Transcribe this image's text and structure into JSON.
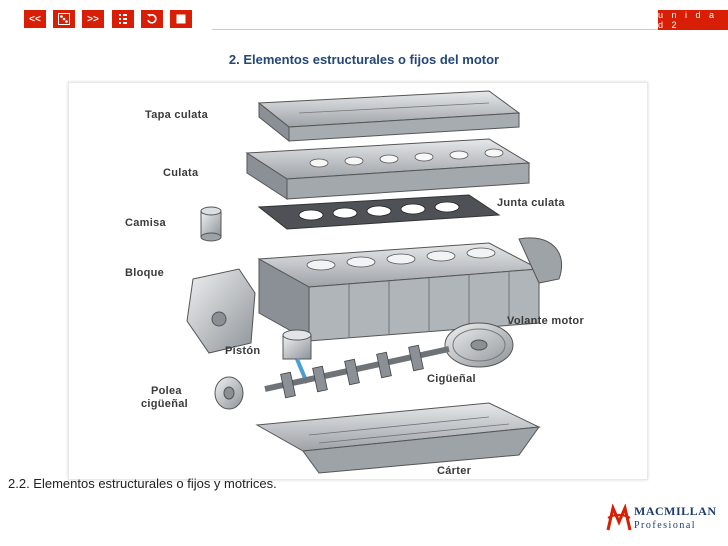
{
  "nav": {
    "prev_label": "<<",
    "next_label": ">>",
    "icons": [
      "dice-icon",
      "list-icon",
      "return-icon",
      "stop-icon"
    ]
  },
  "header": {
    "unit_label": "u n i d a d  2",
    "title": "2. Elementos estructurales o fijos del motor"
  },
  "figure": {
    "labels": {
      "tapa_culata": "Tapa culata",
      "culata": "Culata",
      "junta_culata": "Junta culata",
      "camisa": "Camisa",
      "bloque": "Bloque",
      "volante_motor": "Volante motor",
      "piston": "Pistón",
      "polea_line1": "Polea",
      "polea_line2": "cigüeñal",
      "ciguenal": "Cigüeñal",
      "carter": "Cárter"
    }
  },
  "caption": "2.2. Elementos estructurales o fijos y motrices.",
  "logo": {
    "line1": "MACMILLAN",
    "line2": "Profesional"
  },
  "colors": {
    "accent": "#d81e05",
    "title": "#24477a",
    "logo": "#1d3b70"
  }
}
